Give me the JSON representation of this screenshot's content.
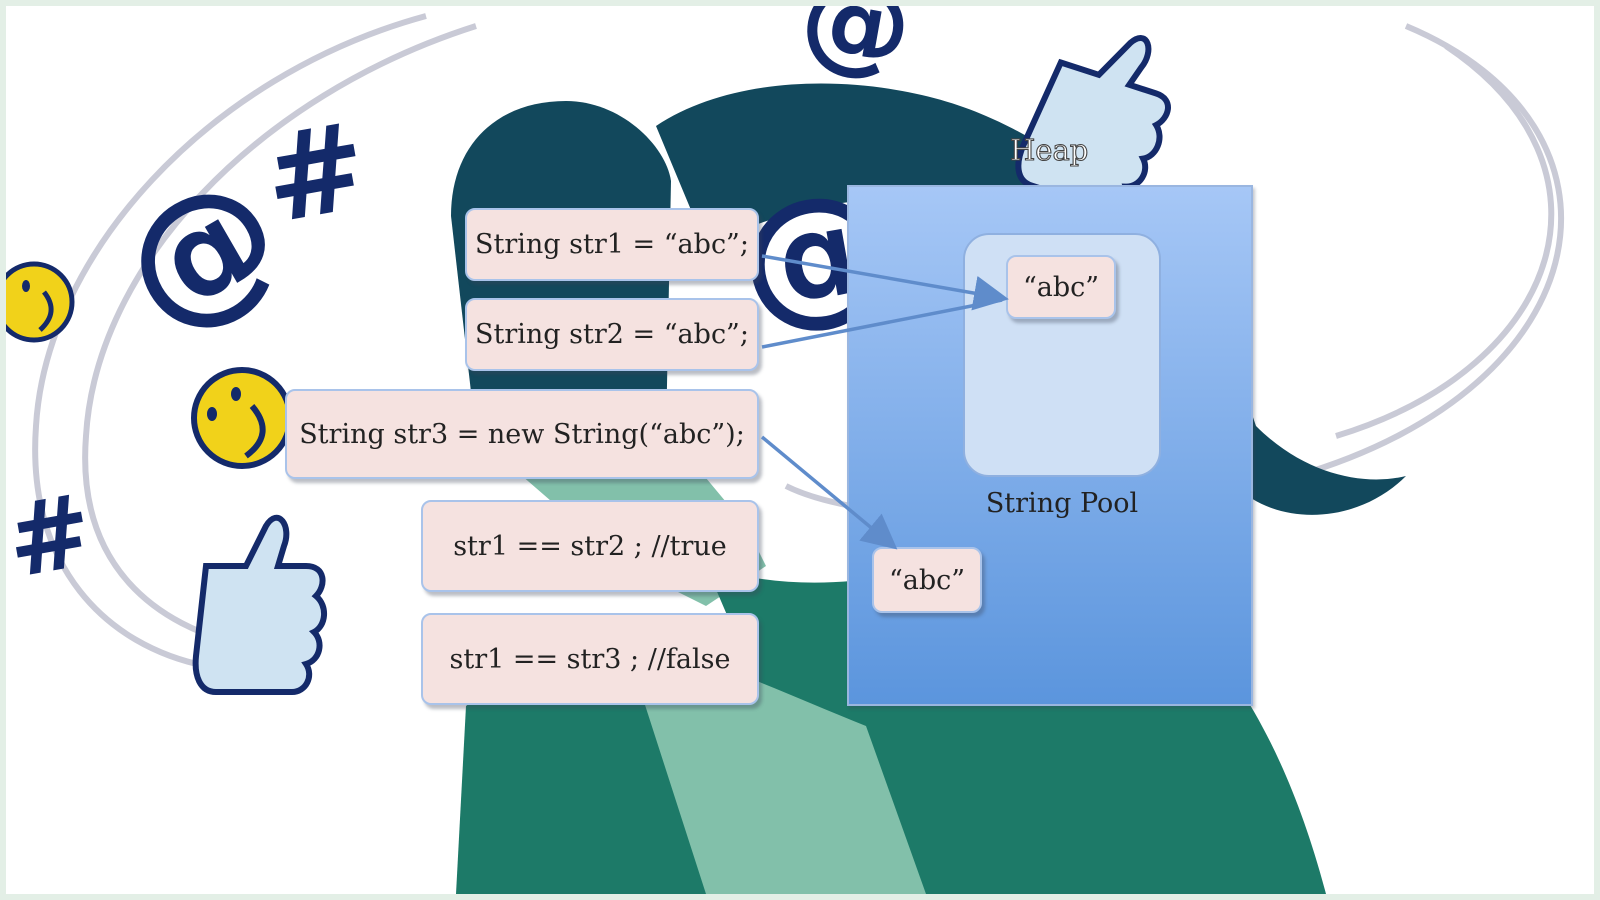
{
  "diagram": {
    "heap_label": "Heap",
    "pool_label": "String Pool",
    "pool_value": "“abc”",
    "heap_object_value": "“abc”",
    "statements": [
      "String str1 = “abc”;",
      "String str2 = “abc”;",
      "String str3 = new String(“abc”);",
      "str1 == str2 ; //true",
      "str1 == str3 ; //false"
    ],
    "arrows": [
      {
        "from": "statement-str1",
        "to": "pool-value"
      },
      {
        "from": "statement-str2",
        "to": "pool-value"
      },
      {
        "from": "statement-str3",
        "to": "heap-object-value"
      }
    ]
  },
  "colors": {
    "heap_fill_top": "#a6c7f6",
    "heap_fill_bottom": "#5b95dd",
    "pool_fill": "#cfe0f5",
    "box_fill": "#f5e2e0",
    "box_border": "#a9c3ea",
    "arrow": "#5f8ccb",
    "figure_dark": "#12485c",
    "figure_green": "#1d7a68",
    "figure_light": "#82c0aa",
    "symbol_navy": "#142a6a",
    "smiley_yellow": "#f1d21a"
  },
  "icons": [
    "smiley-face-icon",
    "at-sign-icon",
    "hash-icon",
    "thumbs-up-icon"
  ]
}
